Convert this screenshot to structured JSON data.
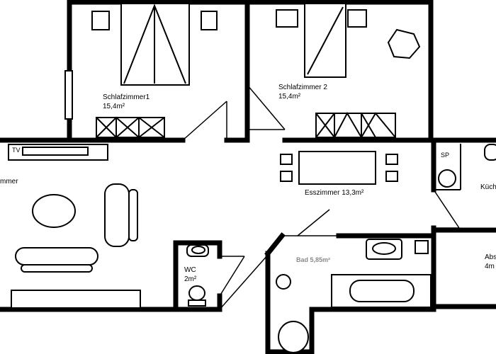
{
  "rooms": {
    "schlafzimmer1": {
      "name": "Schlafzimmer1",
      "area": "15,4m²"
    },
    "schlafzimmer2": {
      "name": "Schlafzimmer 2",
      "area": "15,4m²"
    },
    "esszimmer": {
      "label": "Esszimmer 13,3m²"
    },
    "wc": {
      "name": "WC",
      "area": "2m²"
    },
    "bad": {
      "label": "Bad 5,85m²"
    },
    "sp": {
      "label": "SP"
    },
    "kueche": {
      "label": "Küch"
    },
    "wohnzimmer": {
      "label": "mmer"
    },
    "abstell": {
      "name": "Abs",
      "area": "4m"
    }
  },
  "furniture": {
    "tv": {
      "label": "TV"
    }
  },
  "colors": {
    "wall": "#000000",
    "background": "#ffffff",
    "bad_label": "#8a8a8a"
  }
}
